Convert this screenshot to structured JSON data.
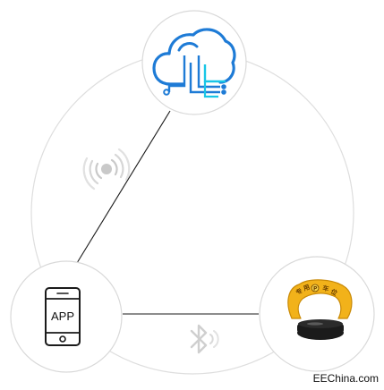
{
  "nodes": {
    "cloud": {
      "icon": "cloud-circuit-icon"
    },
    "phone": {
      "label": "APP",
      "icon": "smartphone-icon"
    },
    "lock": {
      "icon": "parking-lock-icon",
      "text": [
        "专",
        "用",
        "P",
        "车",
        "位"
      ]
    }
  },
  "links": {
    "cloud_phone": {
      "icon": "wireless-signal-icon"
    },
    "phone_lock": {
      "icon": "bluetooth-icon"
    }
  },
  "colors": {
    "cloud_outline": "#1e7bd6",
    "circuit_accent": "#19c6e6",
    "lock_body": "#f2b21a",
    "lock_base": "#1b1b1b",
    "ring": "#dedede"
  },
  "watermark": "EEChina.com"
}
